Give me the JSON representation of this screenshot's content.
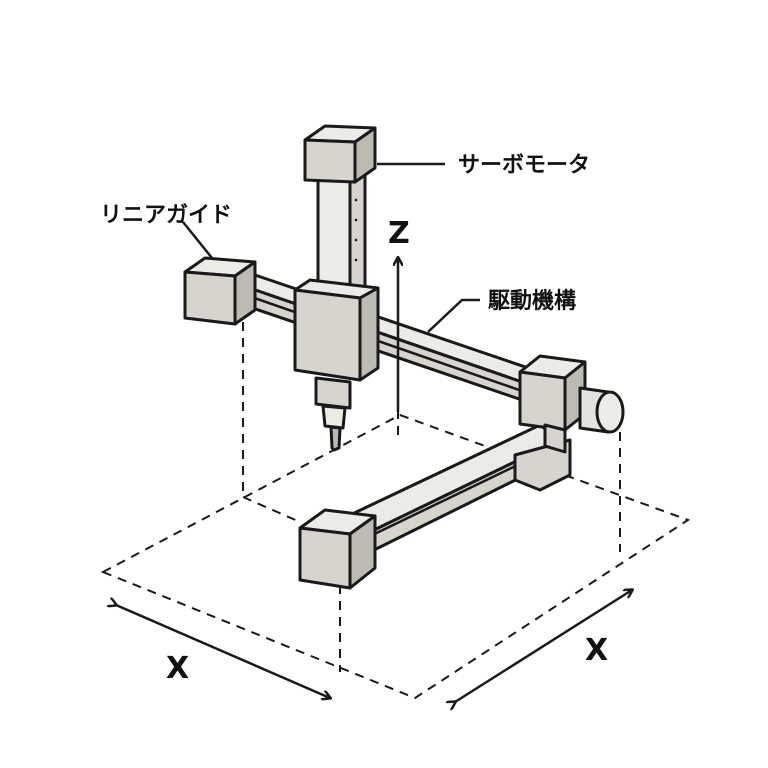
{
  "labels": {
    "servo_motor": "サーボモータ",
    "linear_guide": "リニアガイド",
    "drive_mechanism": "駆動機構",
    "z_axis": "Z",
    "x_axis_left": "X",
    "x_axis_right": "X"
  },
  "colors": {
    "part_light": "#ecebe6",
    "part_mid": "#d6d4cd",
    "part_dark": "#bdbab2",
    "line": "#1a1a1a"
  }
}
